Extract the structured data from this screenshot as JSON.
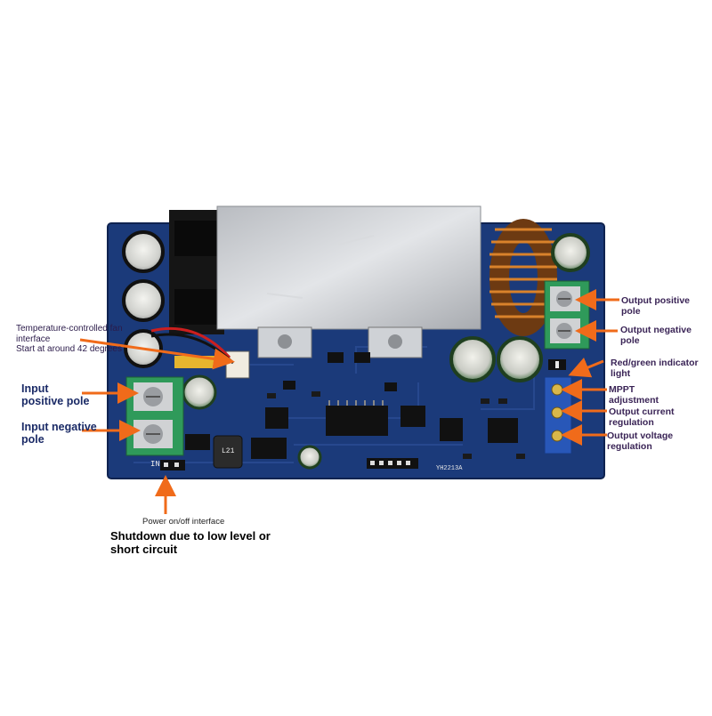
{
  "labels": {
    "fan_interface": "Temperature-controlled fan interface",
    "fan_start": "Start at around 42 degrees",
    "input_positive": "Input positive pole",
    "input_negative": "Input negative pole",
    "output_positive": "Output positive pole",
    "output_negative": "Output negative pole",
    "indicator_light": "Red/green indicator light",
    "mppt_adjustment": "MPPT adjustment",
    "output_current": "Output current regulation",
    "output_voltage": "Output voltage regulation",
    "power_onoff": "Power on/off interface",
    "shutdown": "Shutdown due to low level or short circuit"
  },
  "silkscreen": {
    "model": "YH2213A",
    "in": "IN",
    "l21": "L21"
  },
  "colors": {
    "board": "#1b3a7a",
    "arrow": "#f06b1a",
    "heatsink": "#c9ccd0",
    "terminal": "#2f9a5a"
  },
  "icons": [
    "arrow-icon"
  ]
}
